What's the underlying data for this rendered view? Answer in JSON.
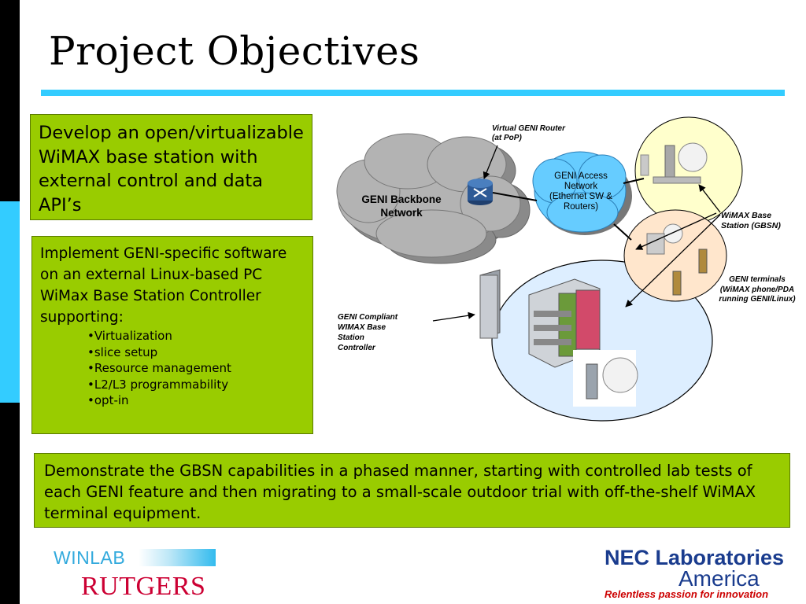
{
  "slide": {
    "title": "Project Objectives"
  },
  "boxes": {
    "objective1": "Develop an open/virtualizable WiMAX base station with external control and data API’s",
    "objective2": "Implement GENI-specific software on an external Linux-based PC WiMax Base Station Controller supporting:",
    "objective2_items": [
      "Virtualization",
      "slice setup",
      "Resource management",
      "L2/L3 programmability",
      "opt-in"
    ],
    "objective3": "Demonstrate the GBSN capabilities in a phased manner, starting with controlled lab tests of each GENI feature and then migrating to a small-scale outdoor trial with off-the-shelf WiMAX terminal equipment."
  },
  "diagram": {
    "backbone": [
      "GENI Backbone",
      "Network"
    ],
    "access": [
      "GENI Access",
      "Network",
      "(Ethernet SW &",
      "Routers)"
    ],
    "router": [
      "Virtual GENI Router",
      "(at PoP)"
    ],
    "gbsn": [
      "WiMAX Base",
      "Station (GBSN)"
    ],
    "terminals": [
      "GENI terminals",
      "(WiMAX phone/PDA",
      "running GENI/Linux)"
    ],
    "controller": [
      "GENI Compliant",
      "WIMAX Base",
      "Station",
      "Controller"
    ]
  },
  "logos": {
    "winlab": "WINLAB",
    "rutgers": "RUTGERS",
    "nec_line1": "NEC Laboratories",
    "nec_line2": "America",
    "nec_tagline": "Relentless passion for innovation"
  },
  "colors": {
    "accent_blue": "#33ccff",
    "box_green": "#99cc00",
    "cloud_gray": "#b3b3b3",
    "access_blue": "#66ccff",
    "bsn_yellow": "#ffffcc",
    "terminal_peach": "#ffe6cc",
    "controller_blue": "#ddeeff"
  }
}
